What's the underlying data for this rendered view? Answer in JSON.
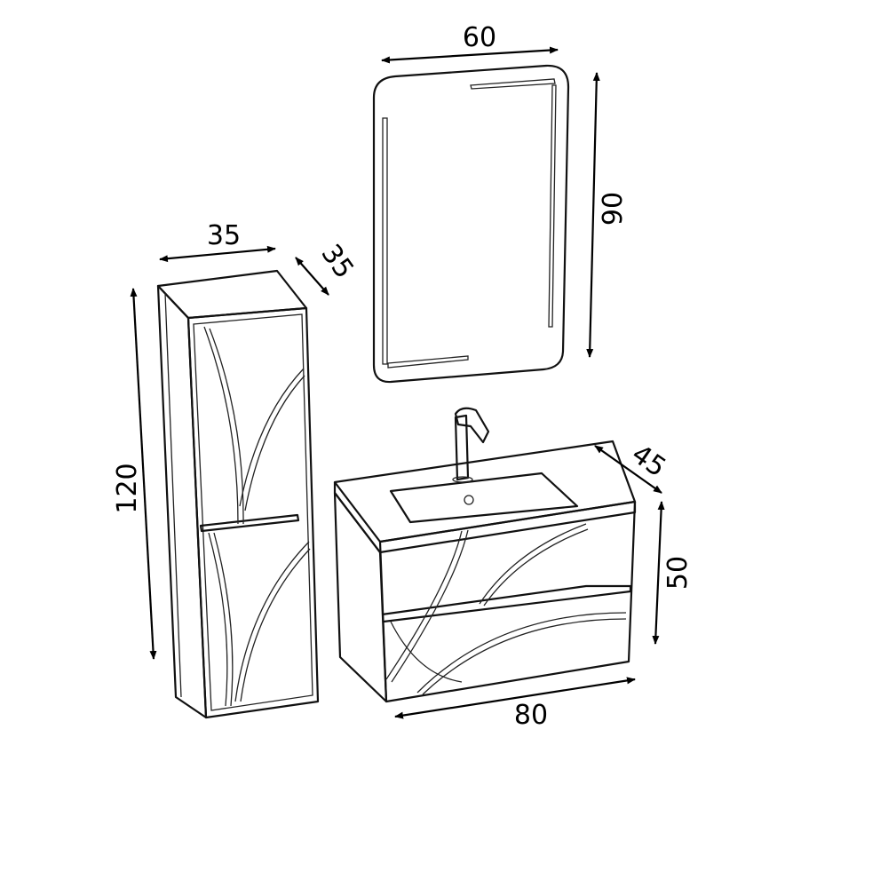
{
  "dimensions": {
    "mirror_width": "60",
    "mirror_height": "90",
    "column_width": "35",
    "column_depth": "35",
    "column_height": "120",
    "vanity_depth": "45",
    "vanity_height": "50",
    "vanity_width": "80"
  }
}
